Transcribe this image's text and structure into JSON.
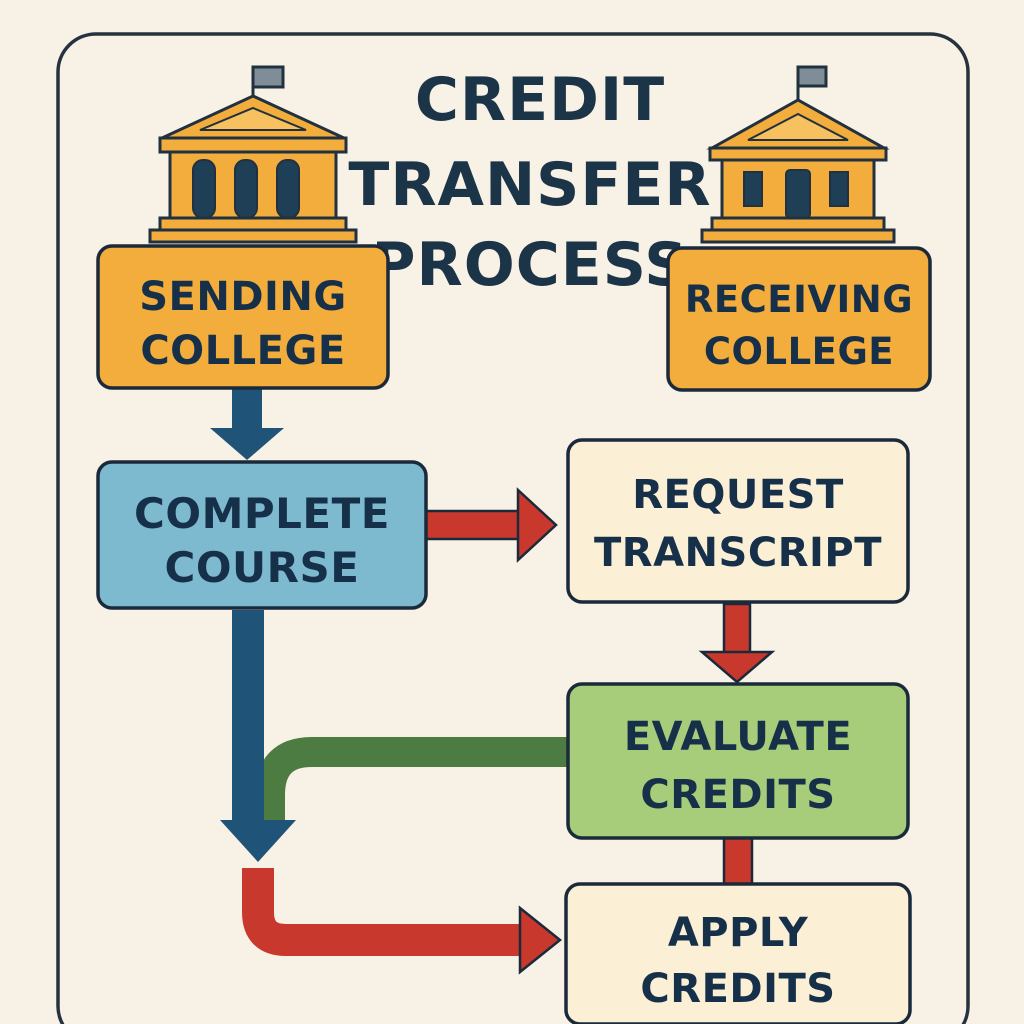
{
  "title": {
    "line1": "CREDIT",
    "line2": "TRANSFER",
    "line3": "PROCESS"
  },
  "nodes": {
    "sending_college": {
      "line1": "SENDING",
      "line2": "COLLEGE",
      "color": "#f3ad3c"
    },
    "receiving_college": {
      "line1": "RECEIVING",
      "line2": "COLLEGE",
      "color": "#f3ad3c"
    },
    "complete_course": {
      "line1": "COMPLETE",
      "line2": "COURSE",
      "color": "#7dbad0"
    },
    "request_transcript": {
      "line1": "REQUEST",
      "line2": "TRANSCRIPT",
      "color": "#fbefd6"
    },
    "evaluate_credits": {
      "line1": "EVALUATE",
      "line2": "CREDITS",
      "color": "#a8cd7a"
    },
    "apply_credits": {
      "line1": "APPLY",
      "line2": "CREDITS",
      "color": "#fbefd6"
    }
  },
  "icons": {
    "sending_building": "college-building-icon",
    "receiving_building": "college-building-icon"
  },
  "colors": {
    "background": "#f8f1e6",
    "text": "#17304a",
    "arrow_blue": "#1f5478",
    "arrow_red": "#c9382d",
    "arrow_green": "#4c7c42",
    "building_orange": "#f3ad3c"
  }
}
